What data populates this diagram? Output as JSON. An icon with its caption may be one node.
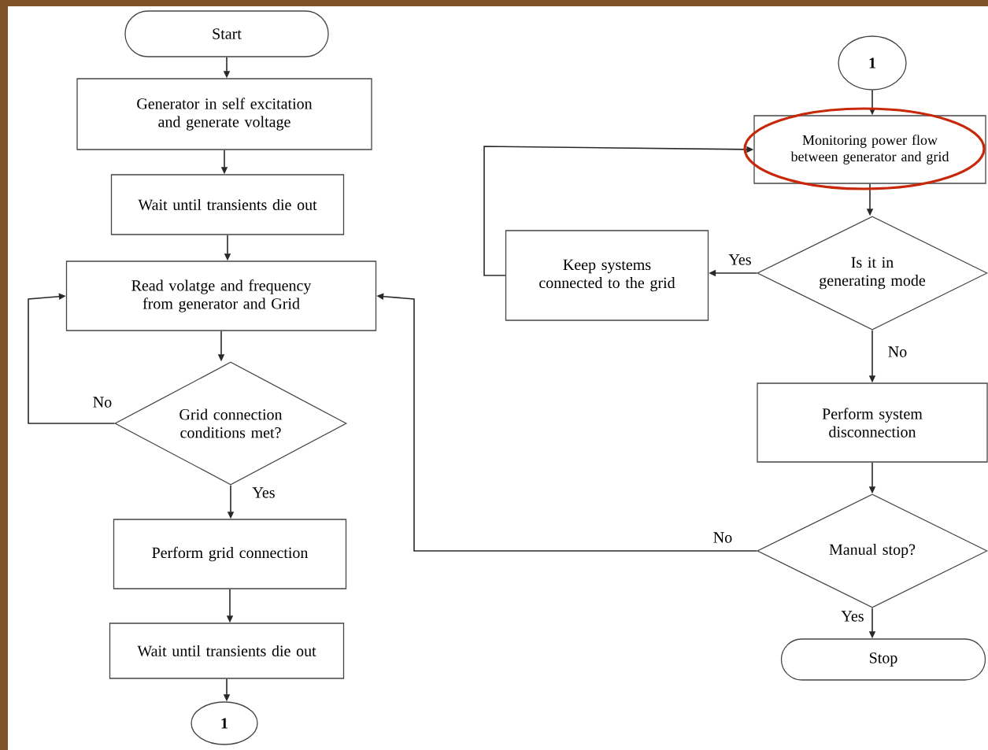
{
  "diagram": {
    "nodes": [
      {
        "text": [
          "Start"
        ]
      },
      {
        "text": [
          "Generator in self excitation and generate voltage"
        ]
      },
      {
        "text": [
          "Wait until transients die out"
        ]
      },
      {
        "text": [
          "Read volatge and frequency from generator and Grid"
        ]
      },
      {
        "text": [
          "Grid connection conditions met?"
        ]
      },
      {
        "text": [
          "Perform grid connection"
        ]
      },
      {
        "text": [
          "Wait until transients die out"
        ]
      },
      {
        "text": [
          "1"
        ]
      },
      {
        "text": [
          "1"
        ]
      },
      {
        "text": [
          "Monitoring power flow between generator and grid"
        ]
      },
      {
        "text": [
          "Is it in generating mode"
        ]
      },
      {
        "text": [
          "Keep systems connected to the grid"
        ]
      },
      {
        "text": [
          "Perform system disconnection"
        ]
      },
      {
        "text": [
          "Manual stop?"
        ]
      },
      {
        "text": [
          "Stop"
        ]
      }
    ],
    "edges": [
      {
        "from": 0,
        "to": 1,
        "arrow": "to"
      },
      {
        "from": 1,
        "to": 2,
        "arrow": "to"
      },
      {
        "from": 2,
        "to": 3,
        "arrow": "to"
      },
      {
        "from": 3,
        "to": 4,
        "arrow": "to"
      },
      {
        "from": 4,
        "to": 3,
        "arrow": "to",
        "label": "No"
      },
      {
        "from": 4,
        "to": 5,
        "arrow": "to",
        "label": "Yes"
      },
      {
        "from": 5,
        "to": 6,
        "arrow": "to"
      },
      {
        "from": 6,
        "to": 7,
        "arrow": "to"
      },
      {
        "from": 8,
        "to": 9,
        "arrow": "to"
      },
      {
        "from": 9,
        "to": 10,
        "arrow": "to"
      },
      {
        "from": 10,
        "to": 11,
        "arrow": "to",
        "label": "Yes"
      },
      {
        "from": 11,
        "to": 9,
        "arrow": "to"
      },
      {
        "from": 10,
        "to": 12,
        "arrow": "to",
        "label": "No"
      },
      {
        "from": 12,
        "to": 13,
        "arrow": "to"
      },
      {
        "from": 13,
        "to": 3,
        "arrow": "to",
        "label": "No"
      },
      {
        "from": 13,
        "to": 14,
        "arrow": "to",
        "label": "Yes"
      }
    ]
  }
}
